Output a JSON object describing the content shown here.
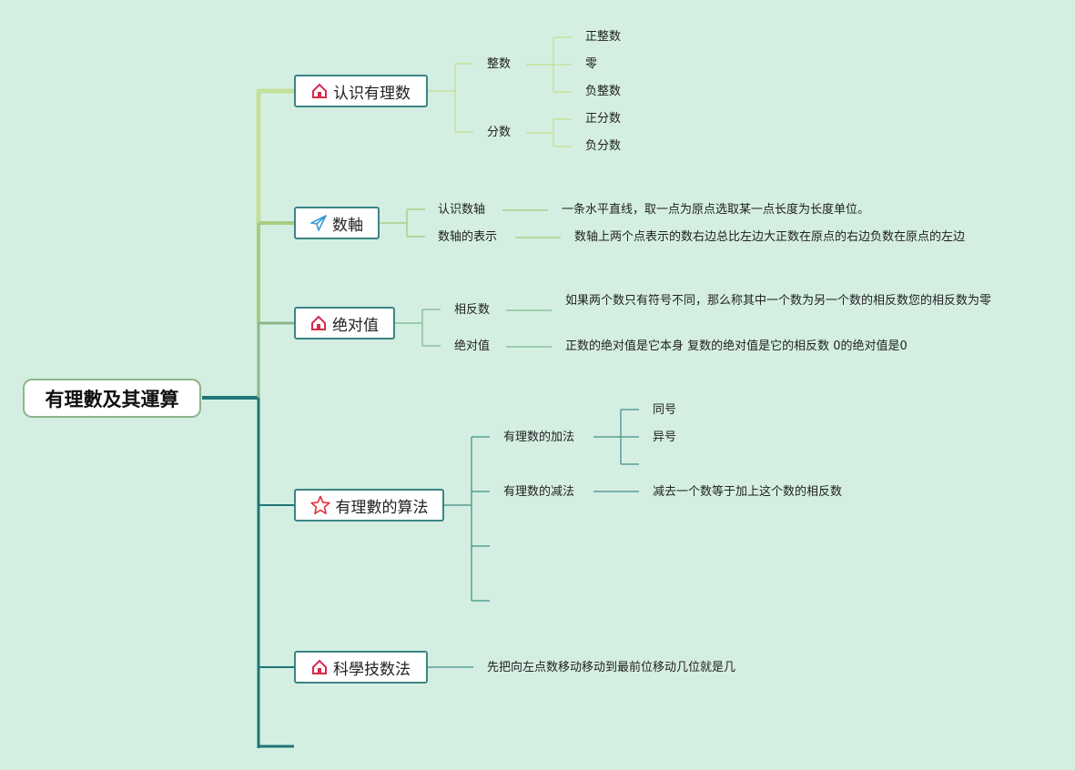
{
  "root": "有理數及其運算",
  "branches": [
    {
      "label": "认识有理数",
      "icon": "home-icon",
      "children": [
        {
          "label": "整数",
          "children": [
            "正整数",
            "零",
            "负整数"
          ]
        },
        {
          "label": "分数",
          "children": [
            "正分数",
            "负分数"
          ]
        }
      ]
    },
    {
      "label": "数軸",
      "icon": "paper-plane-icon",
      "children": [
        {
          "label": "认识数轴",
          "note": "一条水平直线，取一点为原点选取某一点长度为长度单位。"
        },
        {
          "label": "数轴的表示",
          "note": "数轴上两个点表示的数右边总比左边大正数在原点的右边负数在原点的左边"
        }
      ]
    },
    {
      "label": "绝对值",
      "icon": "home-icon",
      "children": [
        {
          "label": "相反数",
          "note": "如果两个数只有符号不同，那么称其中一个数为另一个数的相反数您的相反数为零"
        },
        {
          "label": "绝对值",
          "note": "正数的绝对值是它本身 复数的绝对值是它的相反数 0的绝对值是0"
        }
      ]
    },
    {
      "label": "有理數的算法",
      "icon": "star-icon",
      "children": [
        {
          "label": "有理数的加法",
          "children": [
            "同号",
            "异号",
            ""
          ]
        },
        {
          "label": "有理数的减法",
          "note": "减去一个数等于加上这个数的相反数"
        },
        {
          "label": ""
        },
        {
          "label": ""
        }
      ]
    },
    {
      "label": "科學技数法",
      "icon": "home-icon",
      "note": "先把向左点数移动移动到最前位移动几位就是几"
    }
  ],
  "colors": {
    "background": "#d4efe2",
    "trunk": "#1f7575",
    "node_border": "#3a8585",
    "home_icon": "#d8294f",
    "plane_icon": "#3a9ad9",
    "star_icon": "#e0303a"
  }
}
